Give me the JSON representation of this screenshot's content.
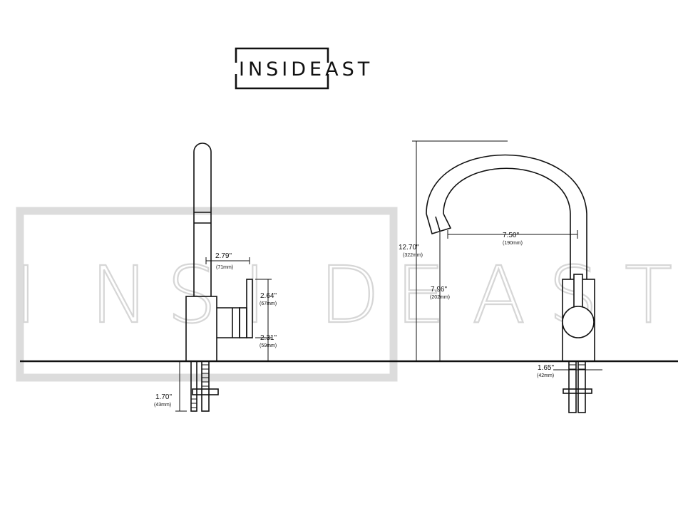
{
  "brand": {
    "logo_text": "INSIDEAST",
    "watermark_text": "INSIDEAST"
  },
  "colors": {
    "line": "#111111",
    "watermark": "#d6d6d6"
  },
  "side_view": {
    "dim_reach": {
      "main": "2.79\"",
      "sub": "(71mm)"
    },
    "dim_handle_height": {
      "main": "2.64\"",
      "sub": "(67mm)"
    },
    "dim_handle_base": {
      "main": "2.31\"",
      "sub": "(59mm)"
    },
    "dim_shank": {
      "main": "1.70\"",
      "sub": "(43mm)"
    }
  },
  "front_view": {
    "dim_total_height": {
      "main": "12.70\"",
      "sub": "(322mm)"
    },
    "dim_spout_height": {
      "main": "7.96\"",
      "sub": "(202mm)"
    },
    "dim_spout_reach": {
      "main": "7.50\"",
      "sub": "(190mm)"
    },
    "dim_base_width": {
      "main": "1.65\"",
      "sub": "(42mm)"
    }
  }
}
